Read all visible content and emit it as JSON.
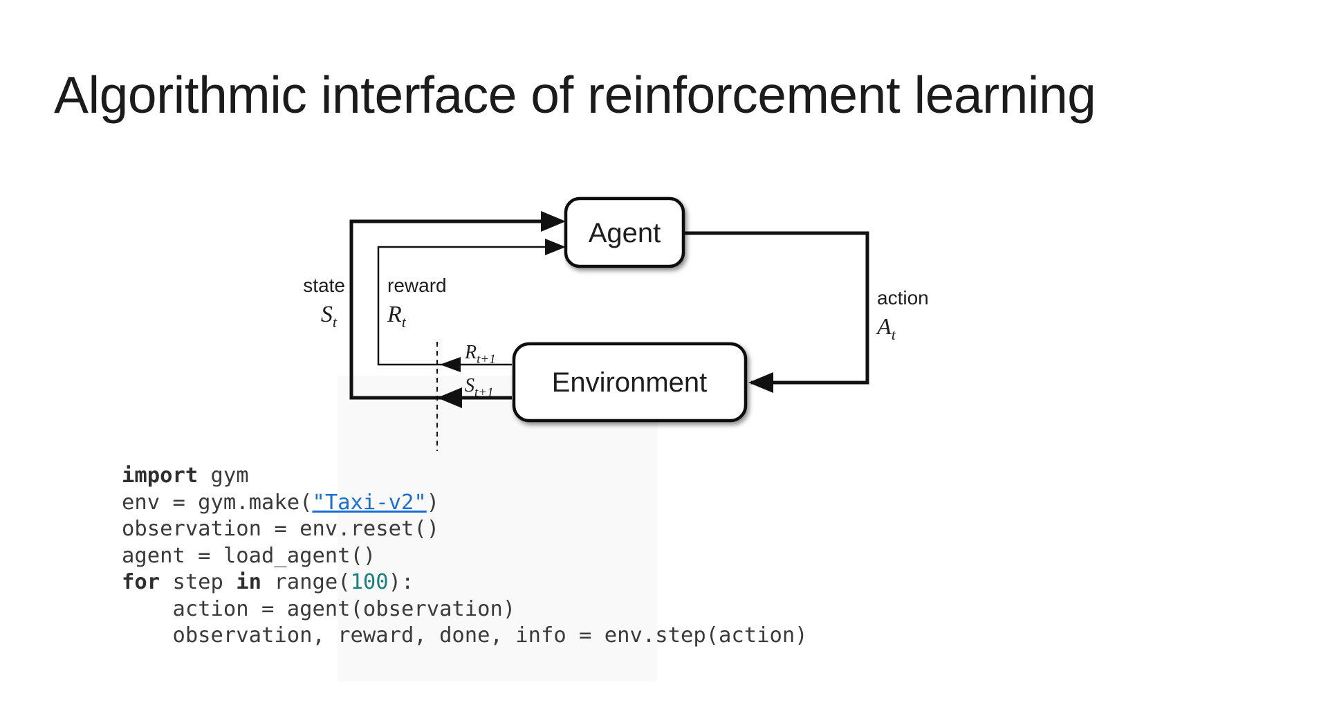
{
  "title": {
    "text": "Algorithmic interface of reinforcement learning"
  },
  "diagram": {
    "agent_label": "Agent",
    "environment_label": "Environment",
    "state_word": "state",
    "state_sym": "S",
    "state_sub": "t",
    "reward_word": "reward",
    "reward_sym": "R",
    "reward_sub": "t",
    "action_word": "action",
    "action_sym": "A",
    "action_sub": "t",
    "next_reward_sym": "R",
    "next_reward_sub": "t+1",
    "next_state_sym": "S",
    "next_state_sub": "t+1"
  },
  "code": {
    "lines": [
      [
        {
          "t": "import",
          "s": "kw"
        },
        {
          "t": " gym",
          "s": "p"
        }
      ],
      [
        {
          "t": "env = gym.make(",
          "s": "p"
        },
        {
          "t": "\"Taxi-v2\"",
          "s": "link"
        },
        {
          "t": ")",
          "s": "p"
        }
      ],
      [
        {
          "t": "observation = env.reset()",
          "s": "p"
        }
      ],
      [
        {
          "t": "agent = load_agent()",
          "s": "p"
        }
      ],
      [
        {
          "t": "for",
          "s": "kw"
        },
        {
          "t": " step ",
          "s": "p"
        },
        {
          "t": "in",
          "s": "kw"
        },
        {
          "t": " range(",
          "s": "p"
        },
        {
          "t": "100",
          "s": "num"
        },
        {
          "t": "):",
          "s": "p"
        }
      ],
      [
        {
          "t": "    action = agent(observation)",
          "s": "p"
        }
      ],
      [
        {
          "t": "    observation, reward, done, info = env.step(action)",
          "s": "p"
        }
      ]
    ]
  },
  "colors": {
    "diagram_stroke": "#111111",
    "code_text": "#3a3a3a",
    "code_keyword": "#2e2e2e",
    "code_number": "#1a7f7f",
    "code_link": "#1a6fd4"
  }
}
